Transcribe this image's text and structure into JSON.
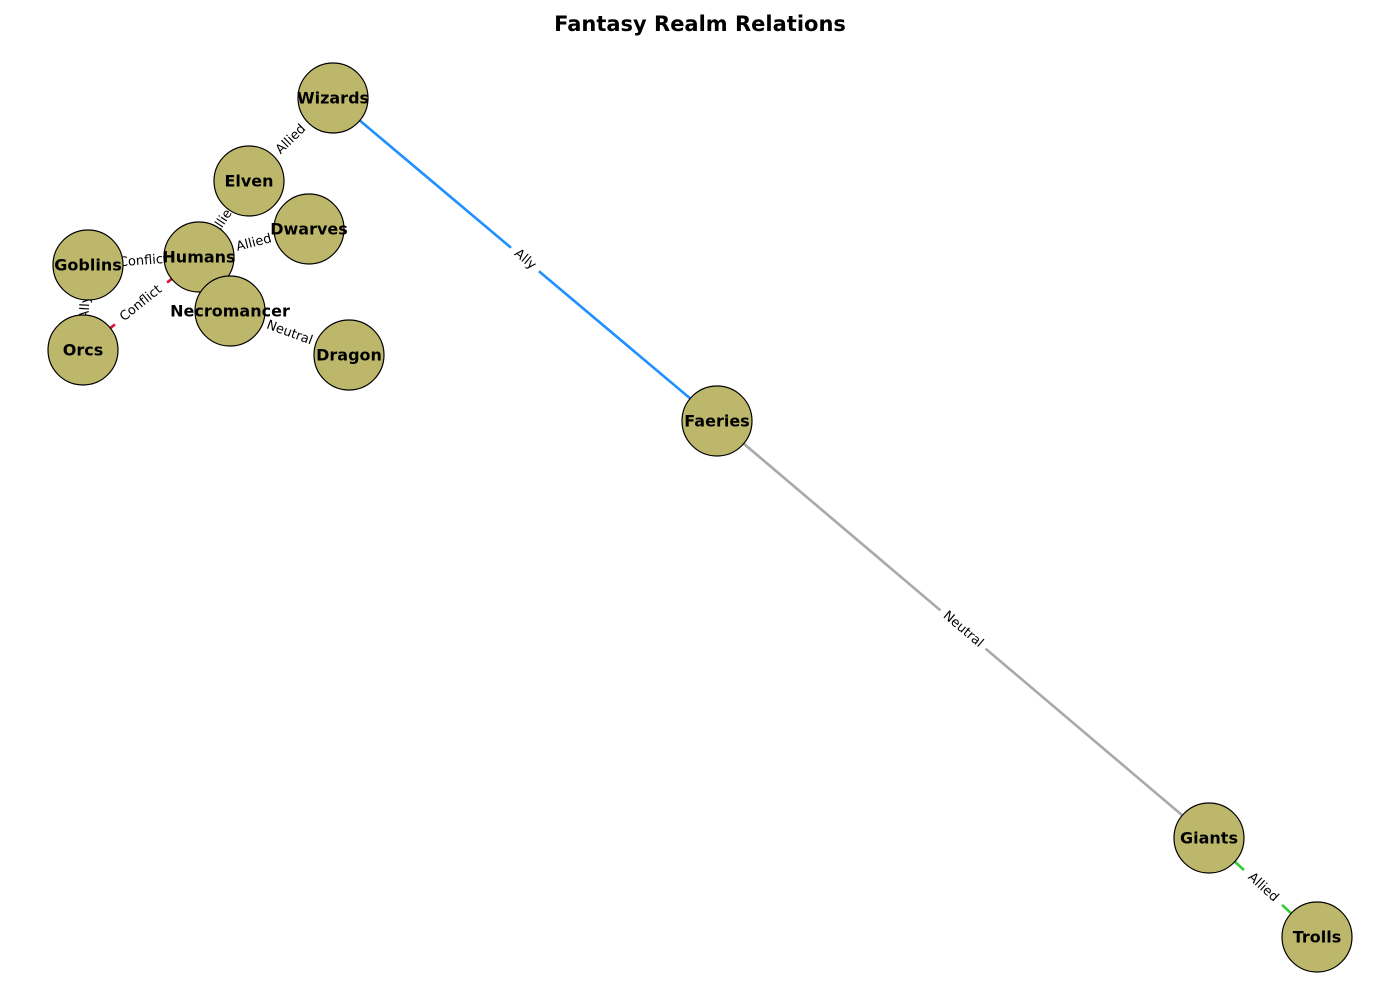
{
  "title": "Fantasy Realm Relations",
  "node_fill": "#bdb76b",
  "node_stroke": "#000000",
  "relation_colors": {
    "ally": "#1e90ff",
    "allied": "#32cd32",
    "conflict": "#dc143c",
    "neutral": "#a9a9a9"
  },
  "nodes": [
    {
      "id": "wizards",
      "label": "Wizards"
    },
    {
      "id": "elven",
      "label": "Elven"
    },
    {
      "id": "dwarves",
      "label": "Dwarves"
    },
    {
      "id": "humans",
      "label": "Humans"
    },
    {
      "id": "goblins",
      "label": "Goblins"
    },
    {
      "id": "orcs",
      "label": "Orcs"
    },
    {
      "id": "necromancer",
      "label": "Necromancer"
    },
    {
      "id": "dragon",
      "label": "Dragon"
    },
    {
      "id": "faeries",
      "label": "Faeries"
    },
    {
      "id": "giants",
      "label": "Giants"
    },
    {
      "id": "trolls",
      "label": "Trolls"
    }
  ],
  "edges": [
    {
      "source": "elven",
      "target": "wizards",
      "label": "Allied",
      "relation": "allied"
    },
    {
      "source": "humans",
      "target": "elven",
      "label": "Allied",
      "relation": "allied"
    },
    {
      "source": "humans",
      "target": "dwarves",
      "label": "Allied",
      "relation": "allied"
    },
    {
      "source": "goblins",
      "target": "humans",
      "label": "Conflict",
      "relation": "conflict"
    },
    {
      "source": "goblins",
      "target": "orcs",
      "label": "Ally",
      "relation": "ally"
    },
    {
      "source": "orcs",
      "target": "humans",
      "label": "Conflict",
      "relation": "conflict"
    },
    {
      "source": "necromancer",
      "target": "dragon",
      "label": "Neutral",
      "relation": "neutral"
    },
    {
      "source": "wizards",
      "target": "faeries",
      "label": "Ally",
      "relation": "ally"
    },
    {
      "source": "faeries",
      "target": "giants",
      "label": "Neutral",
      "relation": "neutral"
    },
    {
      "source": "giants",
      "target": "trolls",
      "label": "Allied",
      "relation": "allied"
    }
  ]
}
